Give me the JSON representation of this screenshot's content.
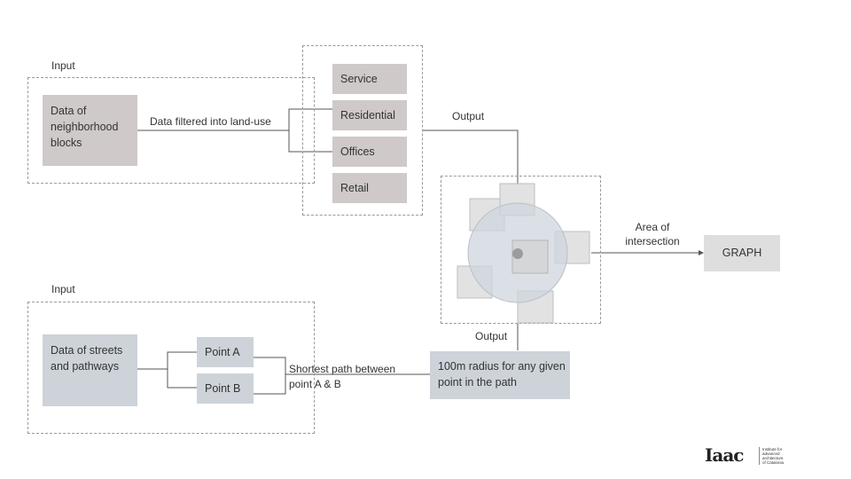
{
  "top_section": {
    "input_label": "Input",
    "source_block": "Data of neighborhood blocks",
    "filter_label": "Data filtered into land-use",
    "categories": [
      "Service",
      "Residential",
      "Offices",
      "Retail"
    ],
    "output_label": "Output"
  },
  "bottom_section": {
    "input_label": "Input",
    "source_block": "Data of streets and pathways",
    "points": [
      "Point A",
      "Point B"
    ],
    "path_label": "Shortest path between point A & B",
    "radius_block": "100m radius for  any given point in the path",
    "output_label": "Output"
  },
  "intersection": {
    "label": "Area of intersection",
    "result": "GRAPH"
  },
  "logo": {
    "mark": "Iaac",
    "caption_lines": [
      "Institute for",
      "advanced",
      "architecture",
      "of Catalonia"
    ]
  }
}
